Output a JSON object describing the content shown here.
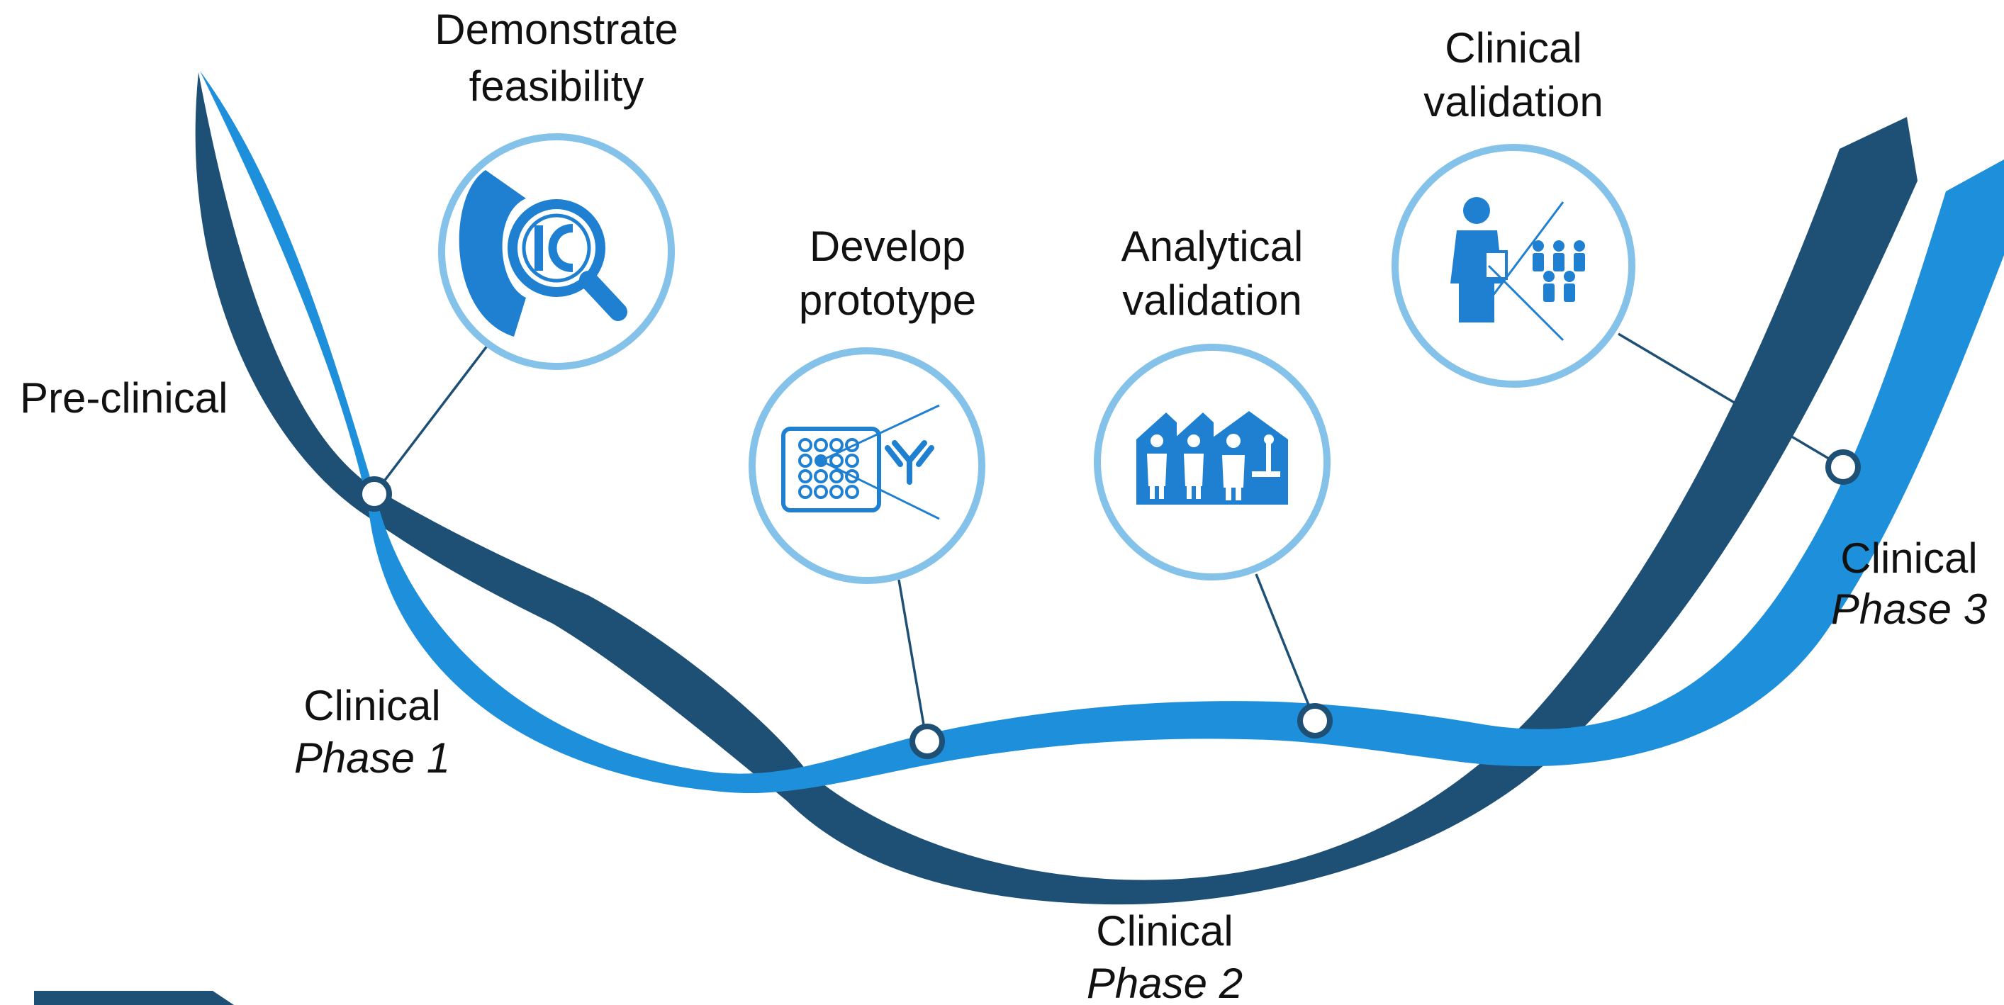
{
  "colors": {
    "dark_ribbon": "#1e5075",
    "light_ribbon": "#1e8fda",
    "circle_ring": "#85c2ea",
    "icon_blue": "#1f80d2",
    "connector": "#1e5075",
    "text": "#111111"
  },
  "labels": {
    "preclinical": "Pre-clinical",
    "phase1_line1": "Clinical",
    "phase1_line2": "Phase 1",
    "phase2_line1": "Clinical",
    "phase2_line2": "Phase 2",
    "phase3_line1": "Clinical",
    "phase3_line2": "Phase 3"
  },
  "milestones": [
    {
      "line1": "Demonstrate",
      "line2": "feasibility",
      "icon": "magnifier-icon"
    },
    {
      "line1": "Develop",
      "line2": "prototype",
      "icon": "microplate-antibody-icon"
    },
    {
      "line1": "Analytical",
      "line2": "validation",
      "icon": "laboratories-icon"
    },
    {
      "line1": "Clinical",
      "line2": "validation",
      "icon": "clinician-patients-icon"
    }
  ]
}
